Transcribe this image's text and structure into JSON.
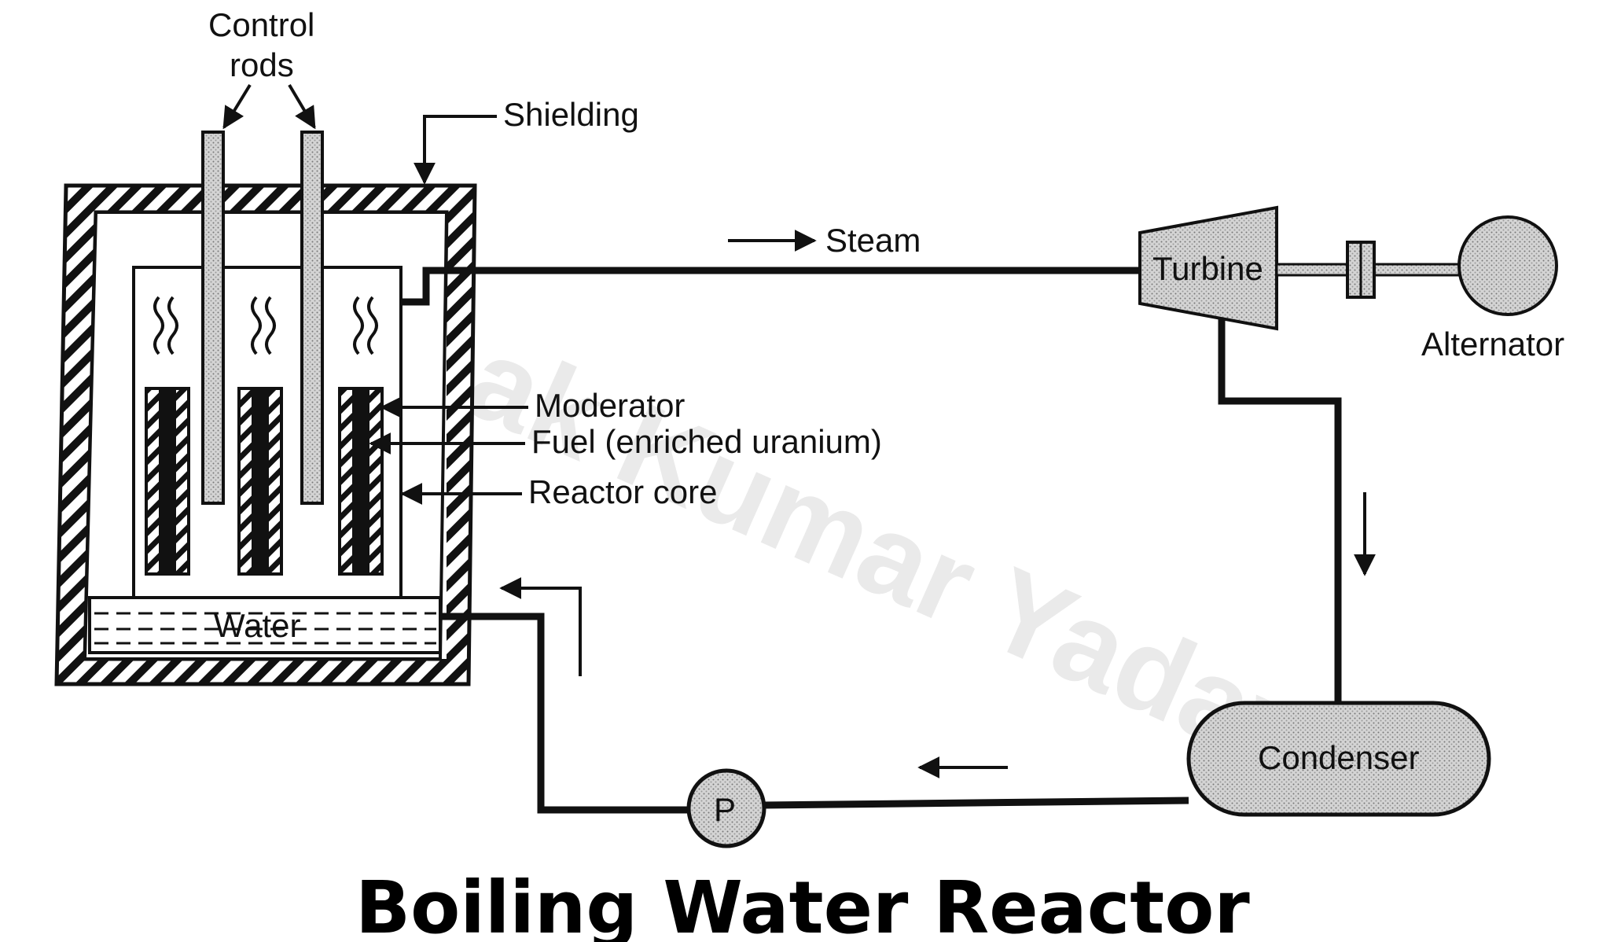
{
  "title": "Boiling Water Reactor",
  "watermark": "Deepak Kumar Yadav",
  "labels": {
    "control_rods_line1": "Control",
    "control_rods_line2": "rods",
    "shielding": "Shielding",
    "steam": "Steam",
    "turbine": "Turbine",
    "alternator": "Alternator",
    "moderator": "Moderator",
    "fuel": "Fuel (enriched uranium)",
    "reactor_core": "Reactor core",
    "water": "Water",
    "condenser": "Condenser",
    "pump": "P"
  },
  "colors": {
    "line": "#111111",
    "component_fill": "#cfcfcf",
    "rod_fill": "#a9a9a9",
    "watermark": "#d9d9d9"
  }
}
